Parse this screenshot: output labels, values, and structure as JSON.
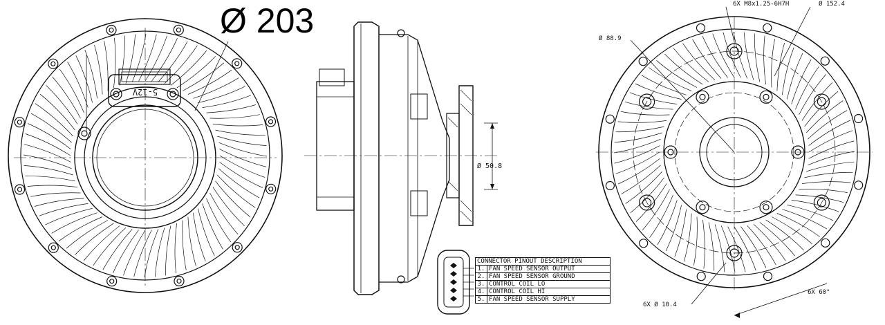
{
  "dimensions": {
    "outer_diameter": "Ø 203",
    "bolt_thread": "6X M8x1.25-6H7H",
    "bolt_circle": "Ø 152.4",
    "pilot_diameter": "Ø 88.9",
    "hub_diameter": "Ø 50.8",
    "hole_diameter": "6X Ø 10.4",
    "hole_spacing": "6X 60°"
  },
  "connector_table": {
    "title": "CONNECTOR PINOUT DESCRIPTION",
    "rows": [
      {
        "num": "1.",
        "label": "FAN SPEED SENSOR OUTPUT"
      },
      {
        "num": "2.",
        "label": "FAN SPEED SENSOR GROUND"
      },
      {
        "num": "3.",
        "label": "CONTROL COIL LO"
      },
      {
        "num": "4.",
        "label": "CONTROL COIL HI"
      },
      {
        "num": "5.",
        "label": "FAN SPEED SENSOR SUPPLY"
      }
    ]
  },
  "part_marking": "5-12V"
}
